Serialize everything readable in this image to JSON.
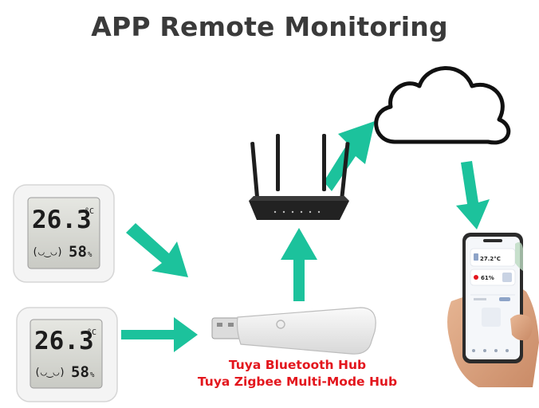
{
  "title": "APP Remote Monitoring",
  "sensors": [
    {
      "temperature": "26.3",
      "unit": "°C",
      "humidity": "58",
      "humidity_unit": "%",
      "face": "(◡‿◡)"
    },
    {
      "temperature": "26.3",
      "unit": "°C",
      "humidity": "58",
      "humidity_unit": "%",
      "face": "(◡‿◡)"
    }
  ],
  "hub_labels": [
    "Tuya Bluetooth Hub",
    "Tuya Zigbee Multi-Mode Hub"
  ],
  "phone": {
    "temperature": "27.2°C",
    "humidity": "61%"
  },
  "colors": {
    "arrow": "#1cc29c",
    "label": "#e3161d",
    "title": "#3a3a3a"
  }
}
